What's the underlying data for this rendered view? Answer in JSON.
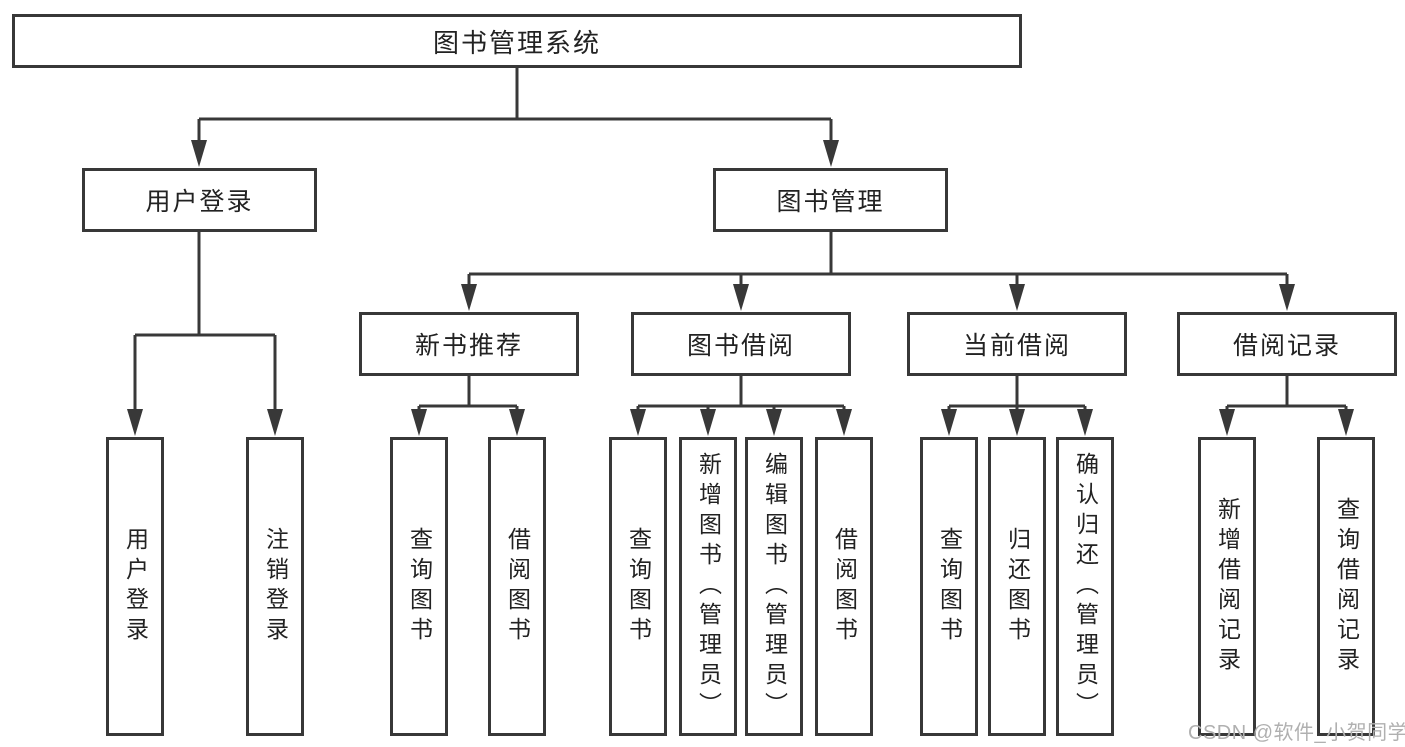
{
  "diagram": {
    "title": "图书管理系统",
    "level2": {
      "user_login": "用户登录",
      "book_mgmt": "图书管理"
    },
    "level3": {
      "new_book": "新书推荐",
      "book_borrow": "图书借阅",
      "current_borrow": "当前借阅",
      "borrow_record": "借阅记录"
    },
    "leaves": {
      "user_login": "用户登录",
      "logout": "注销登录",
      "query_book_1": "查询图书",
      "borrow_book_1": "借阅图书",
      "query_book_2": "查询图书",
      "add_book": "新增图书（管理员）",
      "edit_book": "编辑图书（管理员）",
      "borrow_book_2": "借阅图书",
      "query_book_3": "查询图书",
      "return_book": "归还图书",
      "confirm_return": "确认归还（管理员）",
      "add_record": "新增借阅记录",
      "query_record": "查询借阅记录"
    },
    "watermark": "CSDN @软件_小贺同学",
    "colors": {
      "line": "#383838",
      "text": "#222222",
      "watermark": "#b0b0b0",
      "background": "#ffffff"
    }
  }
}
